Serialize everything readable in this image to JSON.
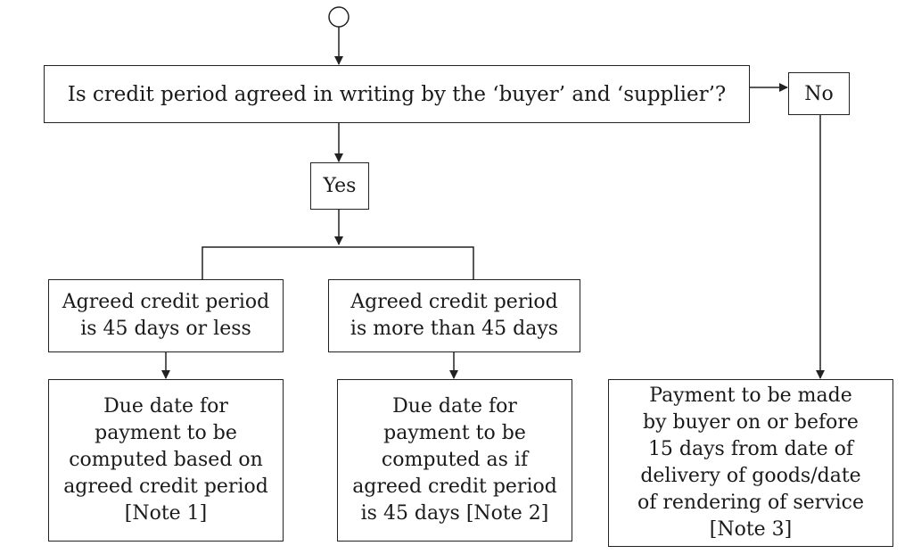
{
  "flowchart": {
    "question": "Is credit period agreed in writing by the ‘buyer’ and ‘supplier’?",
    "no_label": "No",
    "yes_label": "Yes",
    "condition_1": "Agreed credit period\nis 45 days or less",
    "condition_2": "Agreed credit period\nis more than 45 days",
    "outcome_1": "Due date for\npayment to be\ncomputed based on\nagreed credit period\n[Note 1]",
    "outcome_2": "Due date for\npayment to be\ncomputed as if\nagreed credit period\nis 45 days [Note 2]",
    "outcome_3": "Payment to be made\nby buyer on or before\n15 days from date of\ndelivery of goods/date\nof rendering of service\n[Note 3]"
  }
}
